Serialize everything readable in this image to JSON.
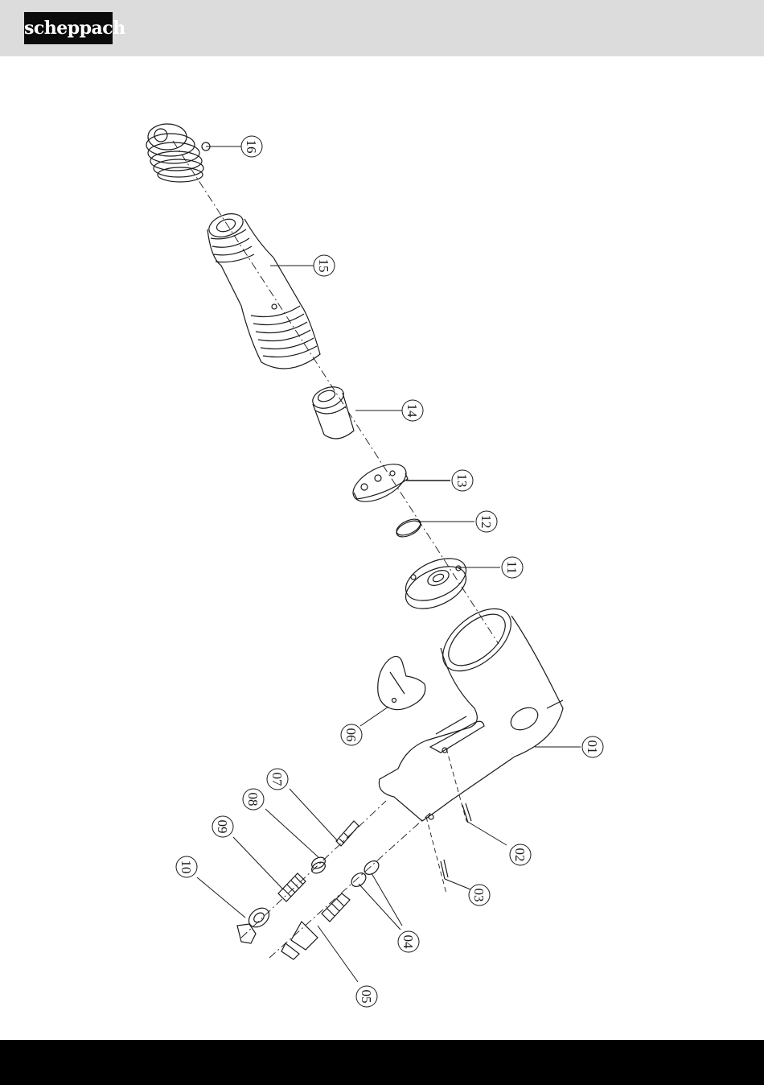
{
  "brand": {
    "logo_text": "scheppach"
  },
  "parts": {
    "p01": "01",
    "p02": "02",
    "p03": "03",
    "p04": "04",
    "p05": "05",
    "p06": "06",
    "p07": "07",
    "p08": "08",
    "p09": "09",
    "p10": "10",
    "p11": "11",
    "p12": "12",
    "p13": "13",
    "p14": "14",
    "p15": "15",
    "p16": "16"
  },
  "colors": {
    "header_bg": "#dcdcdc",
    "footer_bg": "#000000",
    "line": "#1a1a1a"
  }
}
